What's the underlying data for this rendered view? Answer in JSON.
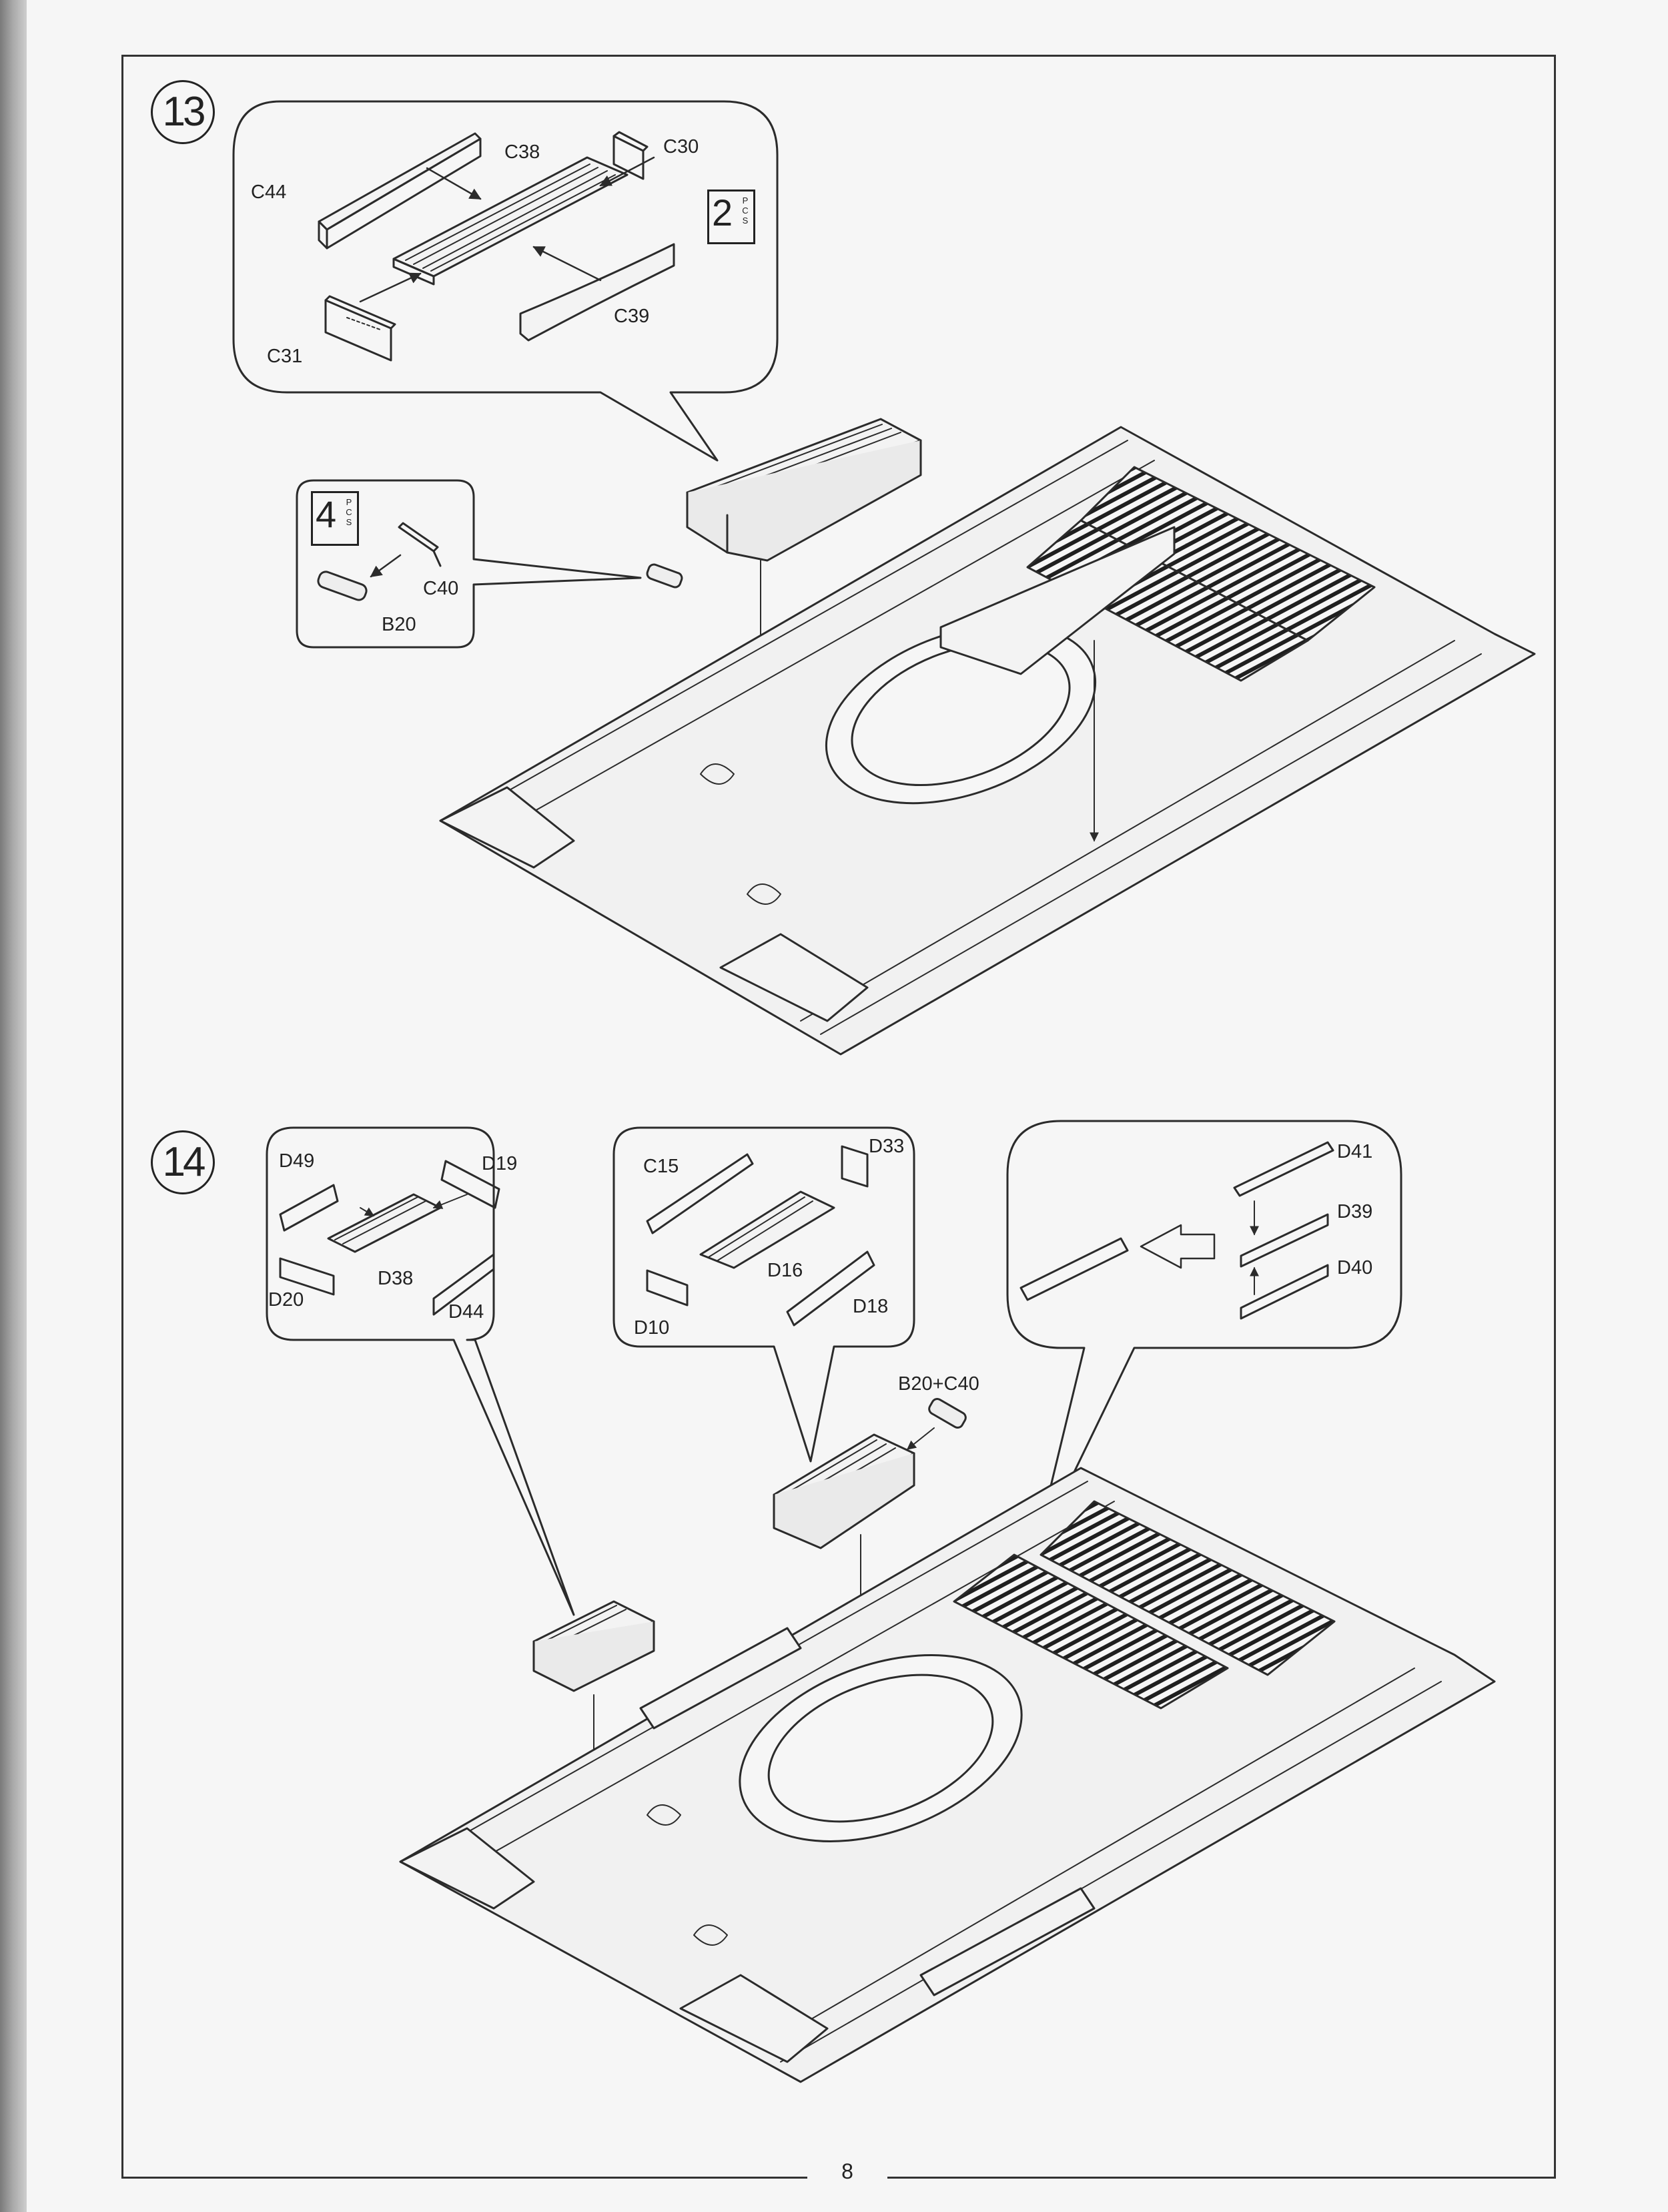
{
  "page": {
    "number": "8"
  },
  "steps": [
    {
      "number": "13",
      "qty_box": {
        "count": "2",
        "unit": "PCS"
      },
      "sub_qty_box": {
        "count": "4",
        "unit": "PCS"
      },
      "parts": {
        "c44": "C44",
        "c38": "C38",
        "c30": "C30",
        "c39": "C39",
        "c31": "C31",
        "c40": "C40",
        "b20": "B20"
      }
    },
    {
      "number": "14",
      "parts": {
        "d49": "D49",
        "d19": "D19",
        "d38": "D38",
        "d20": "D20",
        "d44": "D44",
        "c15": "C15",
        "d33": "D33",
        "d16": "D16",
        "d18": "D18",
        "d10": "D10",
        "d41": "D41",
        "d39": "D39",
        "d40": "D40",
        "b20_c40": "B20+C40"
      }
    }
  ]
}
